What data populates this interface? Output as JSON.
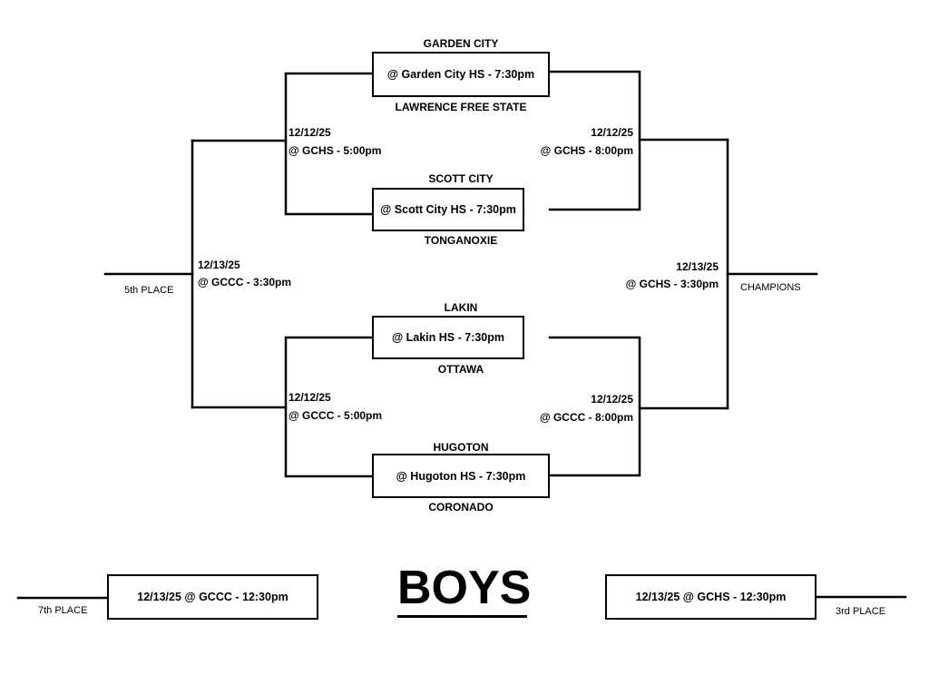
{
  "games": [
    {
      "top_team": "GARDEN CITY",
      "venue": "@ Garden City HS  -  7:30pm",
      "bottom_team": "LAWRENCE FREE STATE"
    },
    {
      "top_team": "SCOTT CITY",
      "venue": "@ Scott City HS  -  7:30pm",
      "bottom_team": "TONGANOXIE"
    },
    {
      "top_team": "LAKIN",
      "venue": "@ Lakin HS  -  7:30pm",
      "bottom_team": "OTTAWA"
    },
    {
      "top_team": "HUGOTON",
      "venue": "@ Hugoton HS  -  7:30pm",
      "bottom_team": "CORONADO"
    }
  ],
  "rounds": {
    "cons_top": {
      "date": "12/12/25",
      "venue": "@ GCHS  -  5:00pm"
    },
    "cons_bottom": {
      "date": "12/12/25",
      "venue": "@ GCCC  -  5:00pm"
    },
    "semi_top": {
      "date": "12/12/25",
      "venue": "@ GCHS  -  8:00pm"
    },
    "semi_bottom": {
      "date": "12/12/25",
      "venue": "@ GCCC  -  8:00pm"
    },
    "fifth_game": {
      "date": "12/13/25",
      "venue": "@ GCCC  -  3:30pm"
    },
    "final_game": {
      "date": "12/13/25",
      "venue": "@ GCHS  -  3:30pm"
    }
  },
  "places": {
    "fifth": "5th PLACE",
    "champions": "CHAMPIONS",
    "seventh": "7th PLACE",
    "third": "3rd PLACE"
  },
  "placement_games": {
    "seventh": "12/13/25 @ GCCC -  12:30pm",
    "third": "12/13/25 @ GCHS -  12:30pm"
  },
  "title": "BOYS"
}
